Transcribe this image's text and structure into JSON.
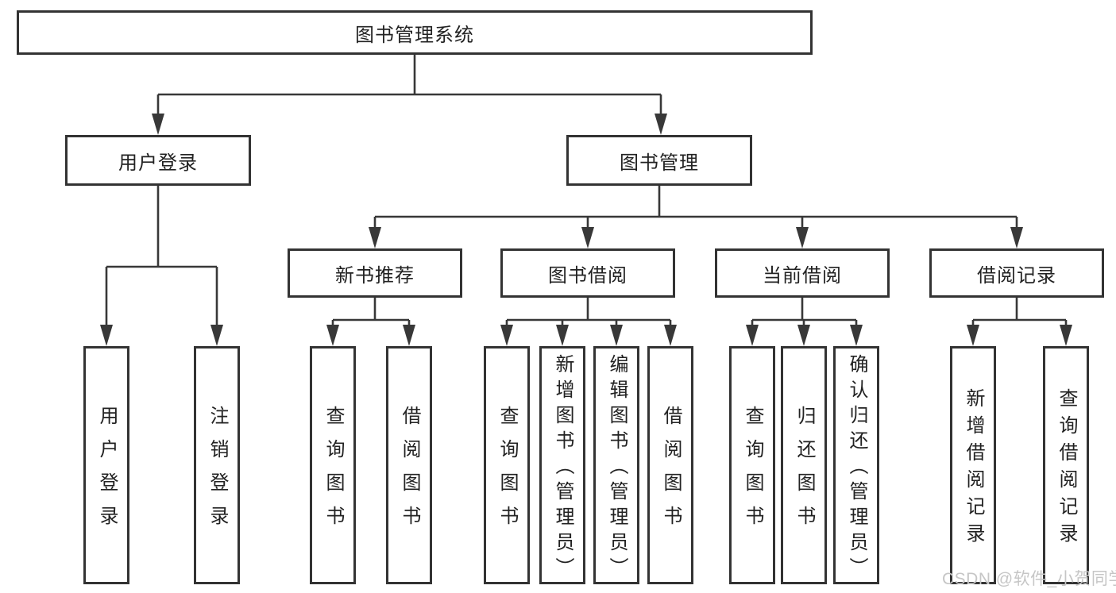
{
  "nodes": {
    "root": "图书管理系统",
    "user_login": "用户登录",
    "book_management": "图书管理",
    "new_book_recommend": "新书推荐",
    "book_borrowing": "图书借阅",
    "current_borrowing": "当前借阅",
    "borrowing_records": "借阅记录",
    "login_user": "用户登录",
    "logout_user": "注销登录",
    "recommend_query_books": "查询图书",
    "recommend_borrow_books": "借阅图书",
    "borrow_query_books": "查询图书",
    "borrow_add_books": "新增图书（管理员）",
    "borrow_edit_books": "编辑图书（管理员）",
    "borrow_borrow_books": "借阅图书",
    "current_query_books": "查询图书",
    "current_return_books": "归还图书",
    "current_confirm_return": "确认归还（管理员）",
    "records_add_record": "新增借阅记录",
    "records_query_record": "查询借阅记录"
  },
  "watermark": "CSDN @软件_小贺同学",
  "colors": {
    "line": "#383838",
    "border": "#333333",
    "text": "#222222",
    "watermark": "#c6c6c6",
    "background": "#ffffff"
  }
}
